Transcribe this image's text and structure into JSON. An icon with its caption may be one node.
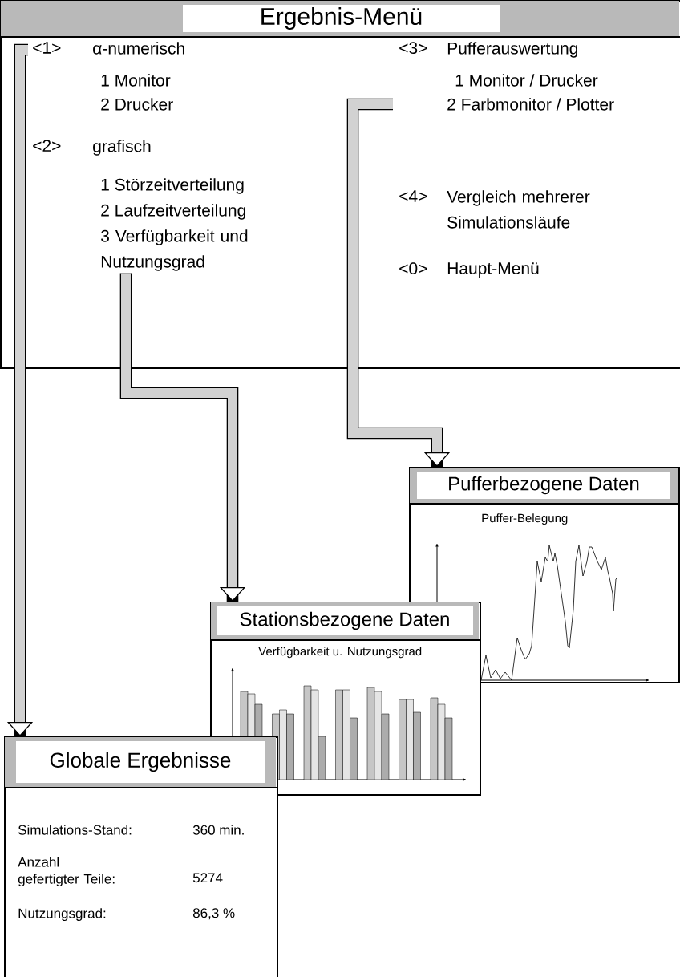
{
  "diagram": {
    "nodes": [
      {
        "text": [
          "Ergebnis-Menü"
        ]
      },
      {
        "text": [
          "<1>",
          "α-numerisch",
          "1 Monitor",
          "2 Drucker"
        ],
        "in": 0
      },
      {
        "text": [
          "<2>",
          "grafisch",
          "1 Störzeitverteilung",
          "2 Laufzeitverteilung",
          "3 Verfügbarkeit und Nutzungsgrad"
        ],
        "in": 0
      },
      {
        "text": [
          "<3>",
          "Pufferauswertung",
          "1 Monitor / Drucker",
          "2 Farbmonitor / Plotter"
        ],
        "in": 0
      },
      {
        "text": [
          "<4>",
          "Vergleich mehrerer Simulationsläufe"
        ],
        "in": 0
      },
      {
        "text": [
          "<0>",
          "Haupt-Menü"
        ],
        "in": 0
      },
      {
        "text": [
          "Pufferbezogene Daten",
          "Puffer-Belegung"
        ]
      },
      {
        "text": [
          "Stationsbezogene Daten",
          "Verfügbarkeit u. Nutzungsgrad"
        ]
      },
      {
        "text": [
          "Globale Ergebnisse",
          "Simulations-Stand:",
          "360 min.",
          "Anzahl gefertigter Teile:",
          "5274",
          "Nutzungsgrad:",
          "86,3 %"
        ]
      }
    ],
    "edges": [
      {
        "from": 1,
        "to": 8,
        "arrow": "to"
      },
      {
        "from": 2,
        "to": 7,
        "arrow": "to"
      },
      {
        "from": 3,
        "to": 6,
        "arrow": "to"
      }
    ]
  }
}
